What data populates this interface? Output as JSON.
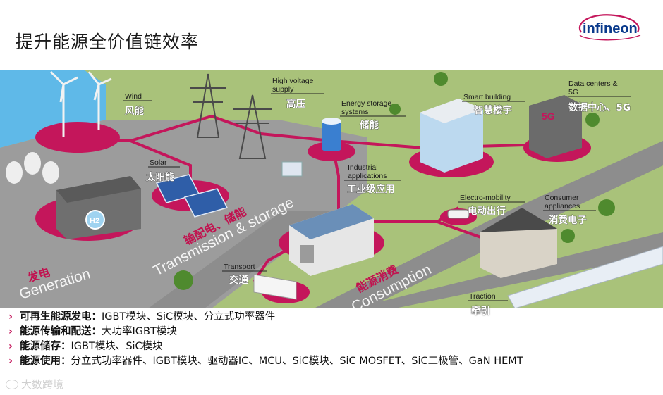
{
  "title": "提升能源全价值链效率",
  "logo": {
    "text": "infineon",
    "color": "#0a3a8c",
    "accent": "#c4165b"
  },
  "colors": {
    "accent": "#c4165b",
    "ground": "#a9c27a",
    "road": "#8d8d8d",
    "sea": "#5fb9e8",
    "plaza": "#9c9c9c"
  },
  "labels": {
    "wind": {
      "en": "Wind",
      "zh": "风能"
    },
    "solar": {
      "en": "Solar",
      "zh": "太阳能"
    },
    "high_voltage": {
      "en": [
        "High voltage",
        "supply"
      ],
      "zh": "高压"
    },
    "energy_storage": {
      "en": [
        "Energy storage",
        "systems"
      ],
      "zh": "储能"
    },
    "industrial": {
      "en": [
        "Industrial",
        "applications"
      ],
      "zh": "工业级应用"
    },
    "smart_building": {
      "en": "Smart building",
      "zh": "智慧楼宇"
    },
    "data_centers": {
      "en": [
        "Data centers &",
        "5G"
      ],
      "zh": "数据中心、5G"
    },
    "electro_mobility": {
      "en": "Electro-mobility",
      "zh": "电动出行"
    },
    "consumer": {
      "en": [
        "Consumer",
        "appliances"
      ],
      "zh": "消费电子"
    },
    "transport": {
      "en": "Transport",
      "zh": "交通"
    },
    "traction": {
      "en": "Traction",
      "zh": "牵引"
    }
  },
  "badges": {
    "five_g": "5G",
    "hydrogen": "H2"
  },
  "bands": {
    "generation": {
      "en": "Generation",
      "zh": "发电"
    },
    "transmission": {
      "en": "Transmission & storage",
      "zh": "输配电、储能"
    },
    "consumption": {
      "en": "Consumption",
      "zh": "能源消费"
    }
  },
  "bullets": [
    {
      "key": "可再生能源发电：",
      "value": "IGBT模块、SiC模块、分立式功率器件"
    },
    {
      "key": "能源传输和配送：",
      "value": "大功率IGBT模块"
    },
    {
      "key": "能源储存：",
      "value": "IGBT模块、SiC模块"
    },
    {
      "key": "能源使用：",
      "value": "分立式功率器件、IGBT模块、驱动器IC、MCU、SiC模块、SiC MOSFET、SiC二极管、GaN HEMT"
    }
  ],
  "bullet_marker": "›",
  "watermark": "大数跨境"
}
